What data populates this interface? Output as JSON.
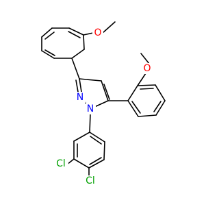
{
  "molecule": {
    "atom_labels": {
      "O_top": "O",
      "O_right": "O",
      "N2": "N",
      "N1": "N",
      "Cl1": "Cl",
      "Cl2": "Cl"
    },
    "colors": {
      "bond": "#000000",
      "oxygen": "#ff0000",
      "nitrogen": "#0000ff",
      "chlorine": "#00a000",
      "background": "#ffffff"
    }
  }
}
